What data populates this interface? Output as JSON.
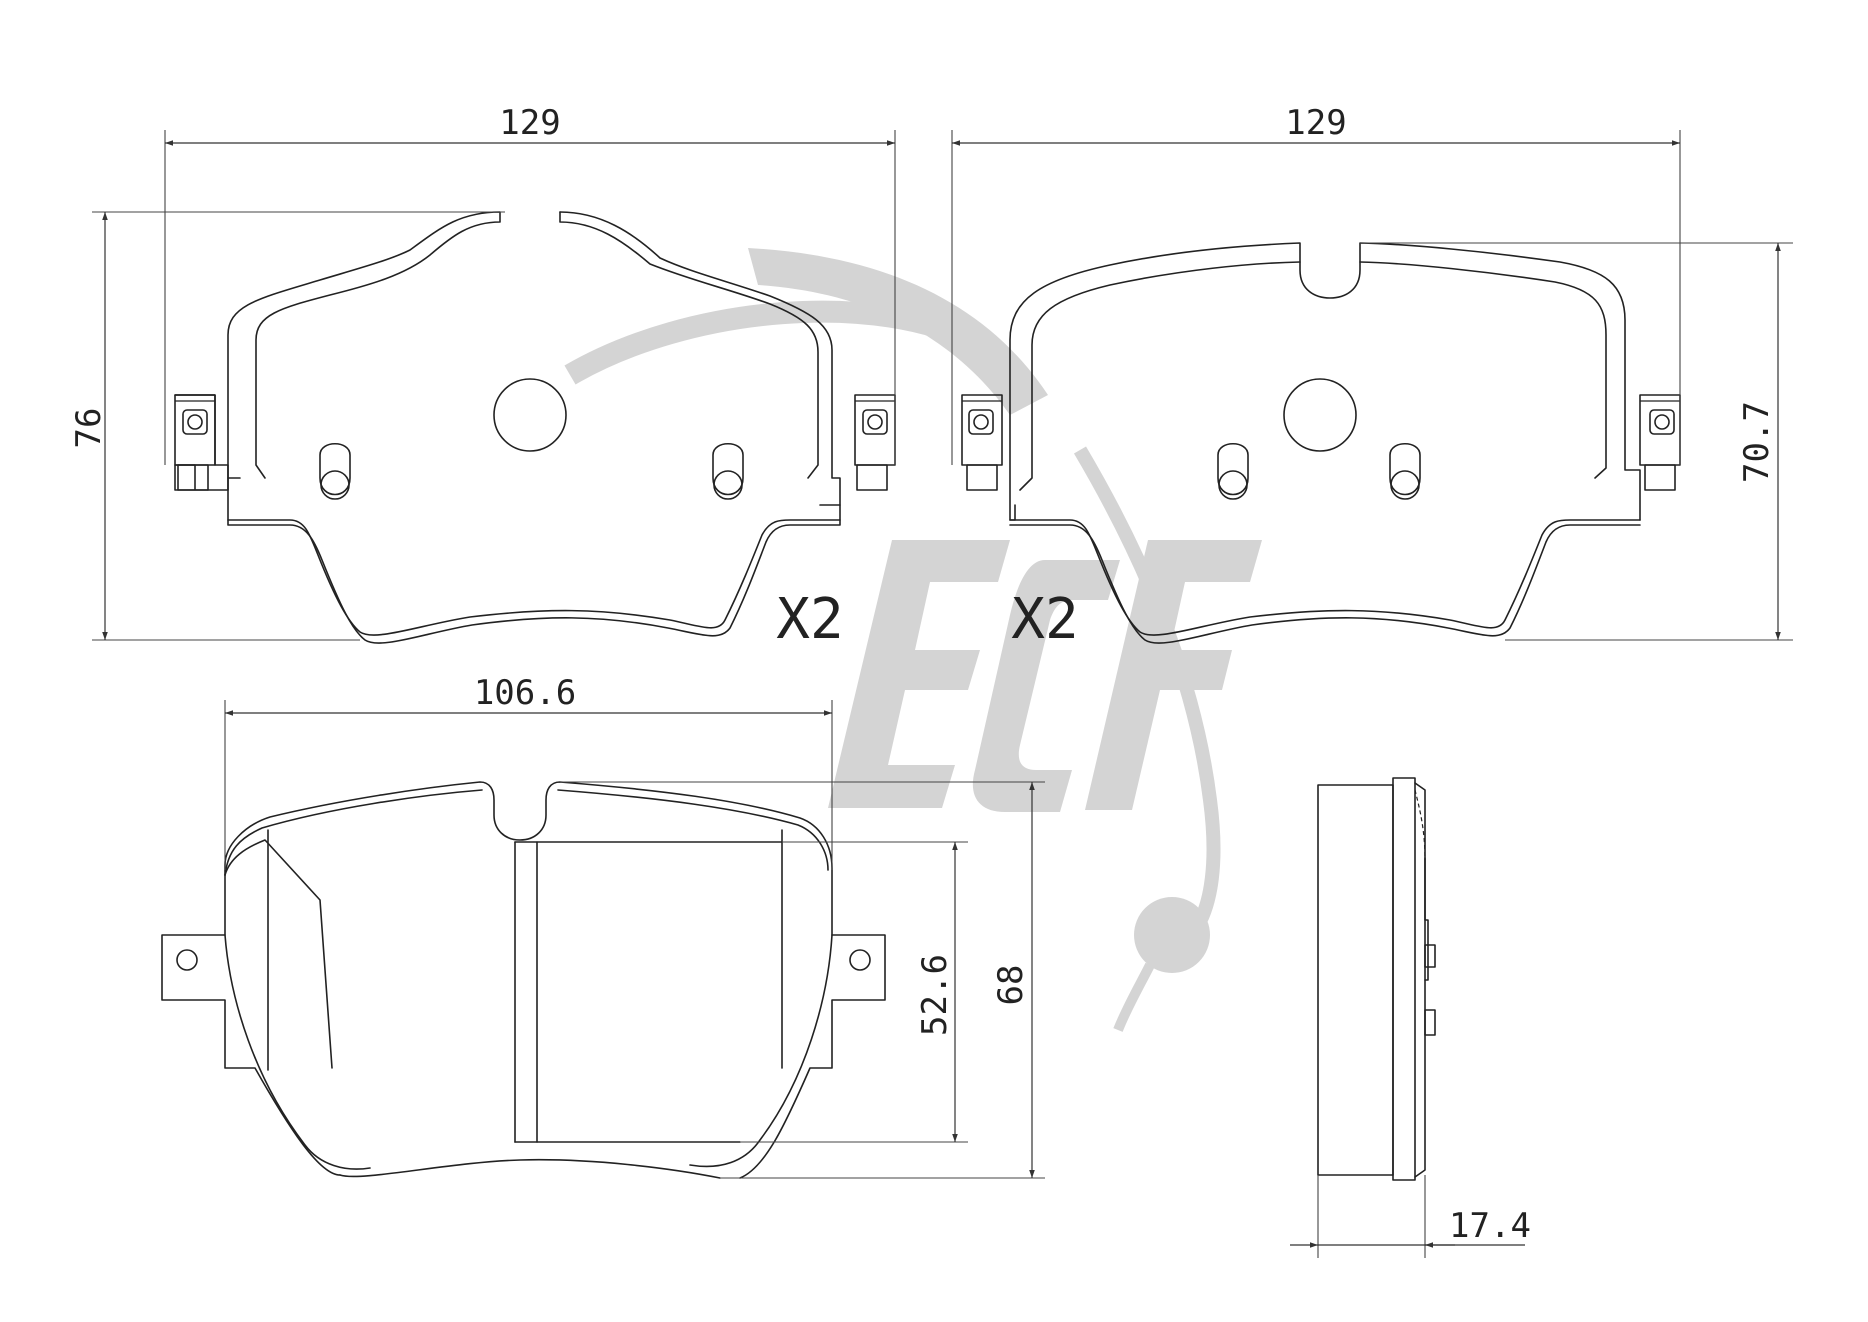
{
  "watermark": {
    "text": "ECF",
    "color": "#d4d4d4"
  },
  "drawing": {
    "line_color": "#222222",
    "background": "#ffffff"
  },
  "dimensions": {
    "width_left": "129",
    "width_right": "129",
    "height_left": "76",
    "height_right": "70.7",
    "friction_width": "106.6",
    "friction_height_inner": "52.6",
    "friction_height_outer": "68",
    "thickness": "17.4"
  },
  "quantity_labels": {
    "left": "X2",
    "right": "X2"
  }
}
